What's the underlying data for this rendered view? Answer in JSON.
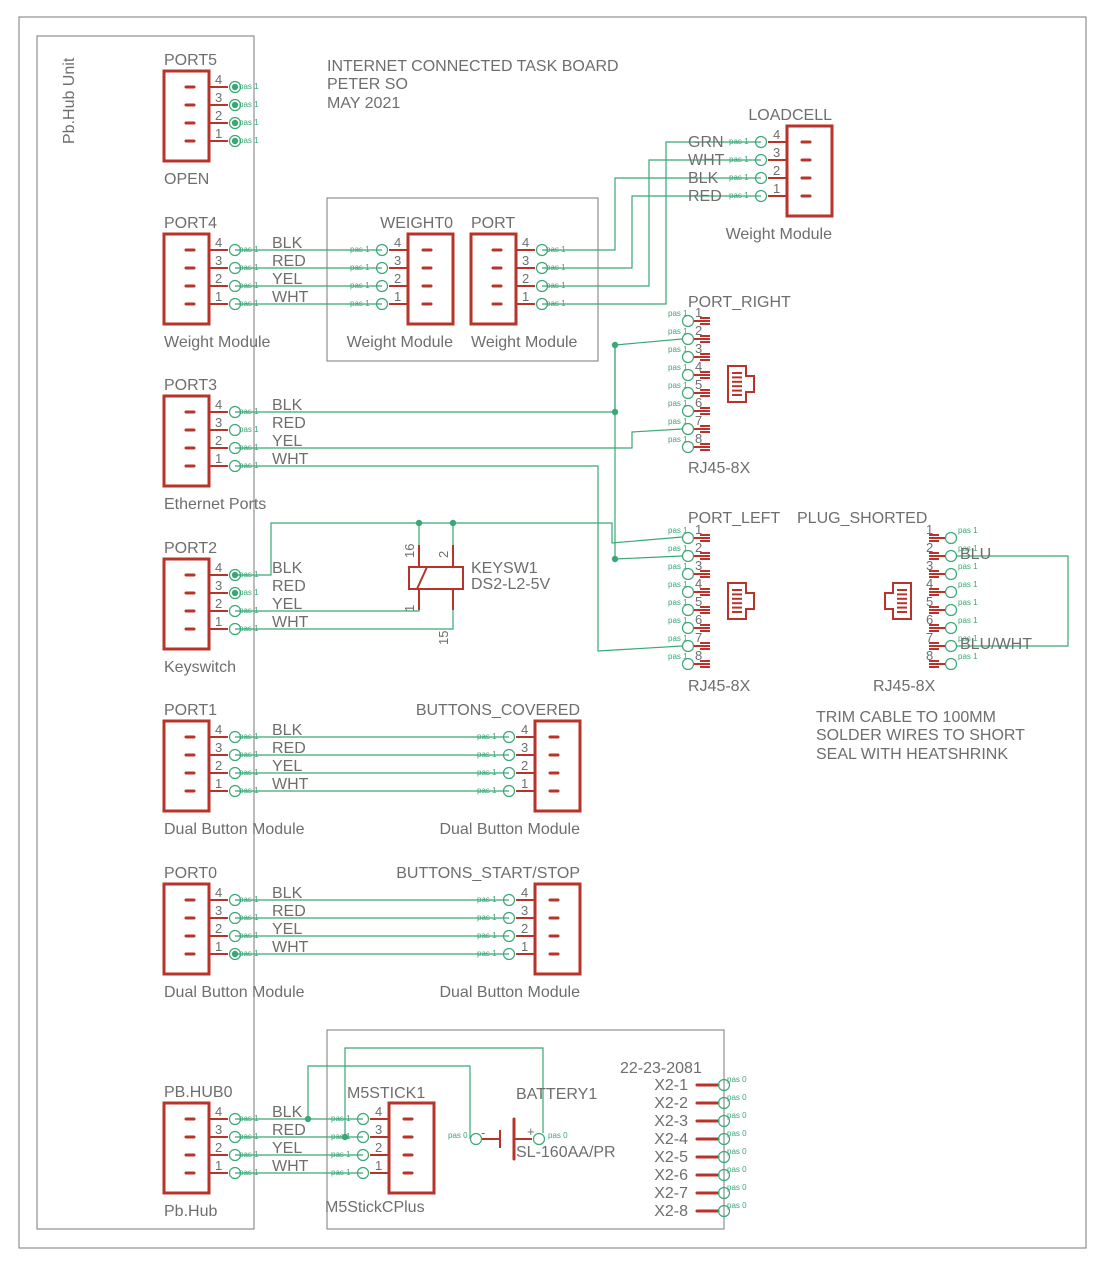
{
  "title_block": {
    "line1": "INTERNET CONNECTED TASK BOARD",
    "line2": "PETER SO",
    "line3": "MAY 2021"
  },
  "hub_unit": {
    "label": "Pb.Hub Unit"
  },
  "pin_tag": "pas 1",
  "pin_tag_0": "pas 0",
  "pin_numbers": [
    "4",
    "3",
    "2",
    "1"
  ],
  "wire_colors": [
    "BLK",
    "RED",
    "YEL",
    "WHT"
  ],
  "hub_ports": [
    {
      "name": "PORT5",
      "value": "OPEN"
    },
    {
      "name": "PORT4",
      "value": "Weight Module"
    },
    {
      "name": "PORT3",
      "value": "Ethernet Ports"
    },
    {
      "name": "PORT2",
      "value": "Keyswitch"
    },
    {
      "name": "PORT1",
      "value": "Dual Button Module"
    },
    {
      "name": "PORT0",
      "value": "Dual Button Module"
    },
    {
      "name": "PB.HUB0",
      "value": "Pb.Hub"
    }
  ],
  "weight_group": {
    "left": {
      "name": "WEIGHT0",
      "value": "Weight Module"
    },
    "right": {
      "name": "PORT",
      "value": "Weight Module"
    }
  },
  "loadcell": {
    "name": "LOADCELL",
    "value": "Weight Module",
    "colors": [
      "GRN",
      "WHT",
      "BLK",
      "RED"
    ]
  },
  "port_right": {
    "name": "PORT_RIGHT",
    "value": "RJ45-8X",
    "pins": [
      "1",
      "2",
      "3",
      "4",
      "5",
      "6",
      "7",
      "8"
    ]
  },
  "port_left": {
    "name": "PORT_LEFT",
    "value": "RJ45-8X"
  },
  "plug_shorted": {
    "name": "PLUG_SHORTED",
    "value": "RJ45-8X",
    "colors": [
      "BLU",
      "BLU/WHT"
    ]
  },
  "keyswitch": {
    "name": "KEYSW1",
    "value": "DS2-L2-5V",
    "pins": [
      "16",
      "2",
      "1",
      "15"
    ]
  },
  "buttons_covered": {
    "name": "BUTTONS_COVERED",
    "value": "Dual Button Module"
  },
  "buttons_start_stop": {
    "name": "BUTTONS_START/STOP",
    "value": "Dual Button Module"
  },
  "note": {
    "line1": "TRIM CABLE TO 100MM",
    "line2": "SOLDER WIRES TO SHORT",
    "line3": "SEAL WITH HEATSHRINK"
  },
  "m5stick": {
    "name": "M5STICK1",
    "value": "M5StickCPlus"
  },
  "battery": {
    "name": "BATTERY1",
    "value": "SL-160AA/PR",
    "minus": "-",
    "plus": "+"
  },
  "header_conn": {
    "name": "22-23-2081",
    "pins": [
      "X2-1",
      "X2-2",
      "X2-3",
      "X2-4",
      "X2-5",
      "X2-6",
      "X2-7",
      "X2-8"
    ]
  }
}
